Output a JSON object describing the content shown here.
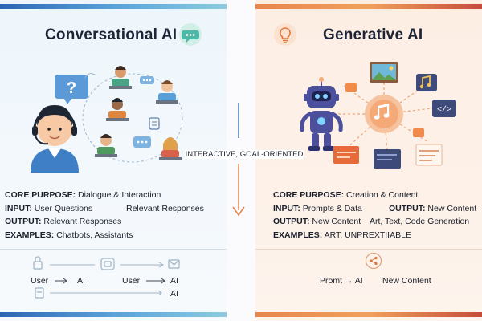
{
  "conversational": {
    "title": "Conversational AI",
    "core_purpose": {
      "label": "CORE PURPOSE:",
      "value": "Dialogue & Interaction"
    },
    "input": {
      "label": "INPUT:",
      "value": "User Questions",
      "extra": "Relevant Responses"
    },
    "output": {
      "label": "OUTPUT:",
      "value": "Relevant Responses"
    },
    "examples": {
      "label": "EXAMPLES:",
      "value": "Chatbots, Assistants"
    },
    "flow": {
      "user_1": "User",
      "ai_1": "AI",
      "user_2": "User",
      "ai_2": "AI",
      "ai_3": "AI"
    }
  },
  "center": {
    "label": "INTERACTIVE, GOAL-ORIENTED"
  },
  "generative": {
    "title": "Generative AI",
    "core_purpose": {
      "label": "CORE PURPOSE:",
      "value": "Creation & Content"
    },
    "input": {
      "label": "INPUT:",
      "value": "Prompts & Data",
      "output_label": "OUTPUT:",
      "output_value": "New Content"
    },
    "output": {
      "label": "OUTPUT:",
      "value": "New Content",
      "extra": "Art, Text, Code Generation"
    },
    "examples": {
      "label": "EXAMPLES:",
      "value": "ART, UNPREXTIIABLE"
    },
    "flow": {
      "prompt": "Promt",
      "ai": "AI",
      "result": "New Content"
    }
  },
  "colors": {
    "conv_accent": "#2f64b5",
    "gen_accent": "#e9854d",
    "robot": "#4b4f9c"
  },
  "icons": [
    "chat-bubble-icon",
    "question-bubble-icon",
    "headset-agent-icon",
    "laptop-user-icon",
    "lightbulb-icon",
    "robot-icon",
    "image-icon",
    "music-note-icon",
    "code-icon",
    "share-icon",
    "lock-icon",
    "message-icon",
    "mail-icon",
    "document-icon"
  ]
}
